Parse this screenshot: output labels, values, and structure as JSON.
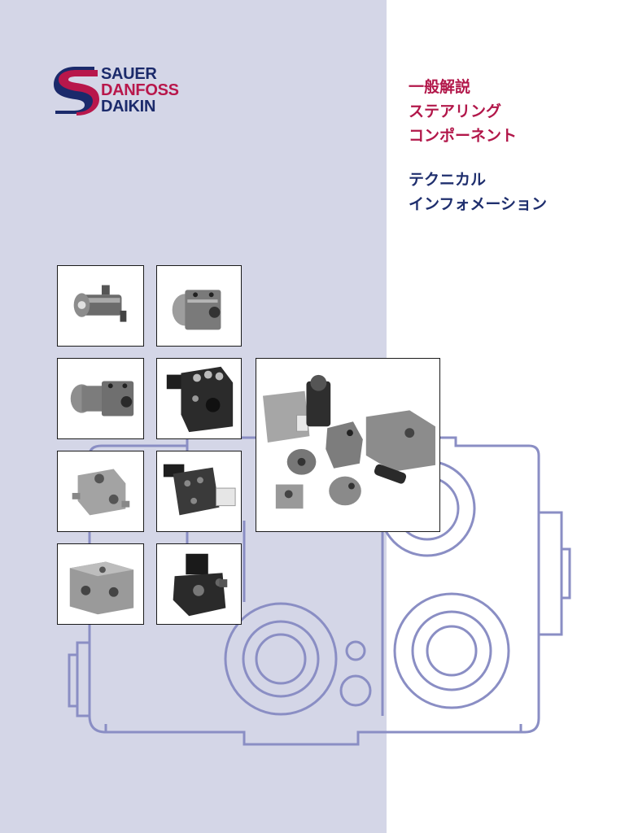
{
  "brand": {
    "name_lines": [
      "SAUER",
      "DANFOSS",
      "DAIKIN"
    ],
    "colors": {
      "navy": "#1b2a6b",
      "crimson": "#b8174b",
      "panel": "#d4d6e7",
      "outline": "#8a8ec4"
    }
  },
  "title": {
    "red_lines": [
      "一般解説",
      "ステアリング",
      "コンポーネント"
    ],
    "blue_lines": [
      "テクニカル",
      "インフォメーション"
    ]
  },
  "photos": [
    {
      "subject": "steering-unit-with-motor"
    },
    {
      "subject": "steering-unit"
    },
    {
      "subject": "steering-unit-with-ports"
    },
    {
      "subject": "steering-unit-black"
    },
    {
      "subject": "priority-valve"
    },
    {
      "subject": "directional-valve-block"
    },
    {
      "subject": "valve-block-grey"
    },
    {
      "subject": "black-valve"
    },
    {
      "subject": "component-group"
    }
  ]
}
